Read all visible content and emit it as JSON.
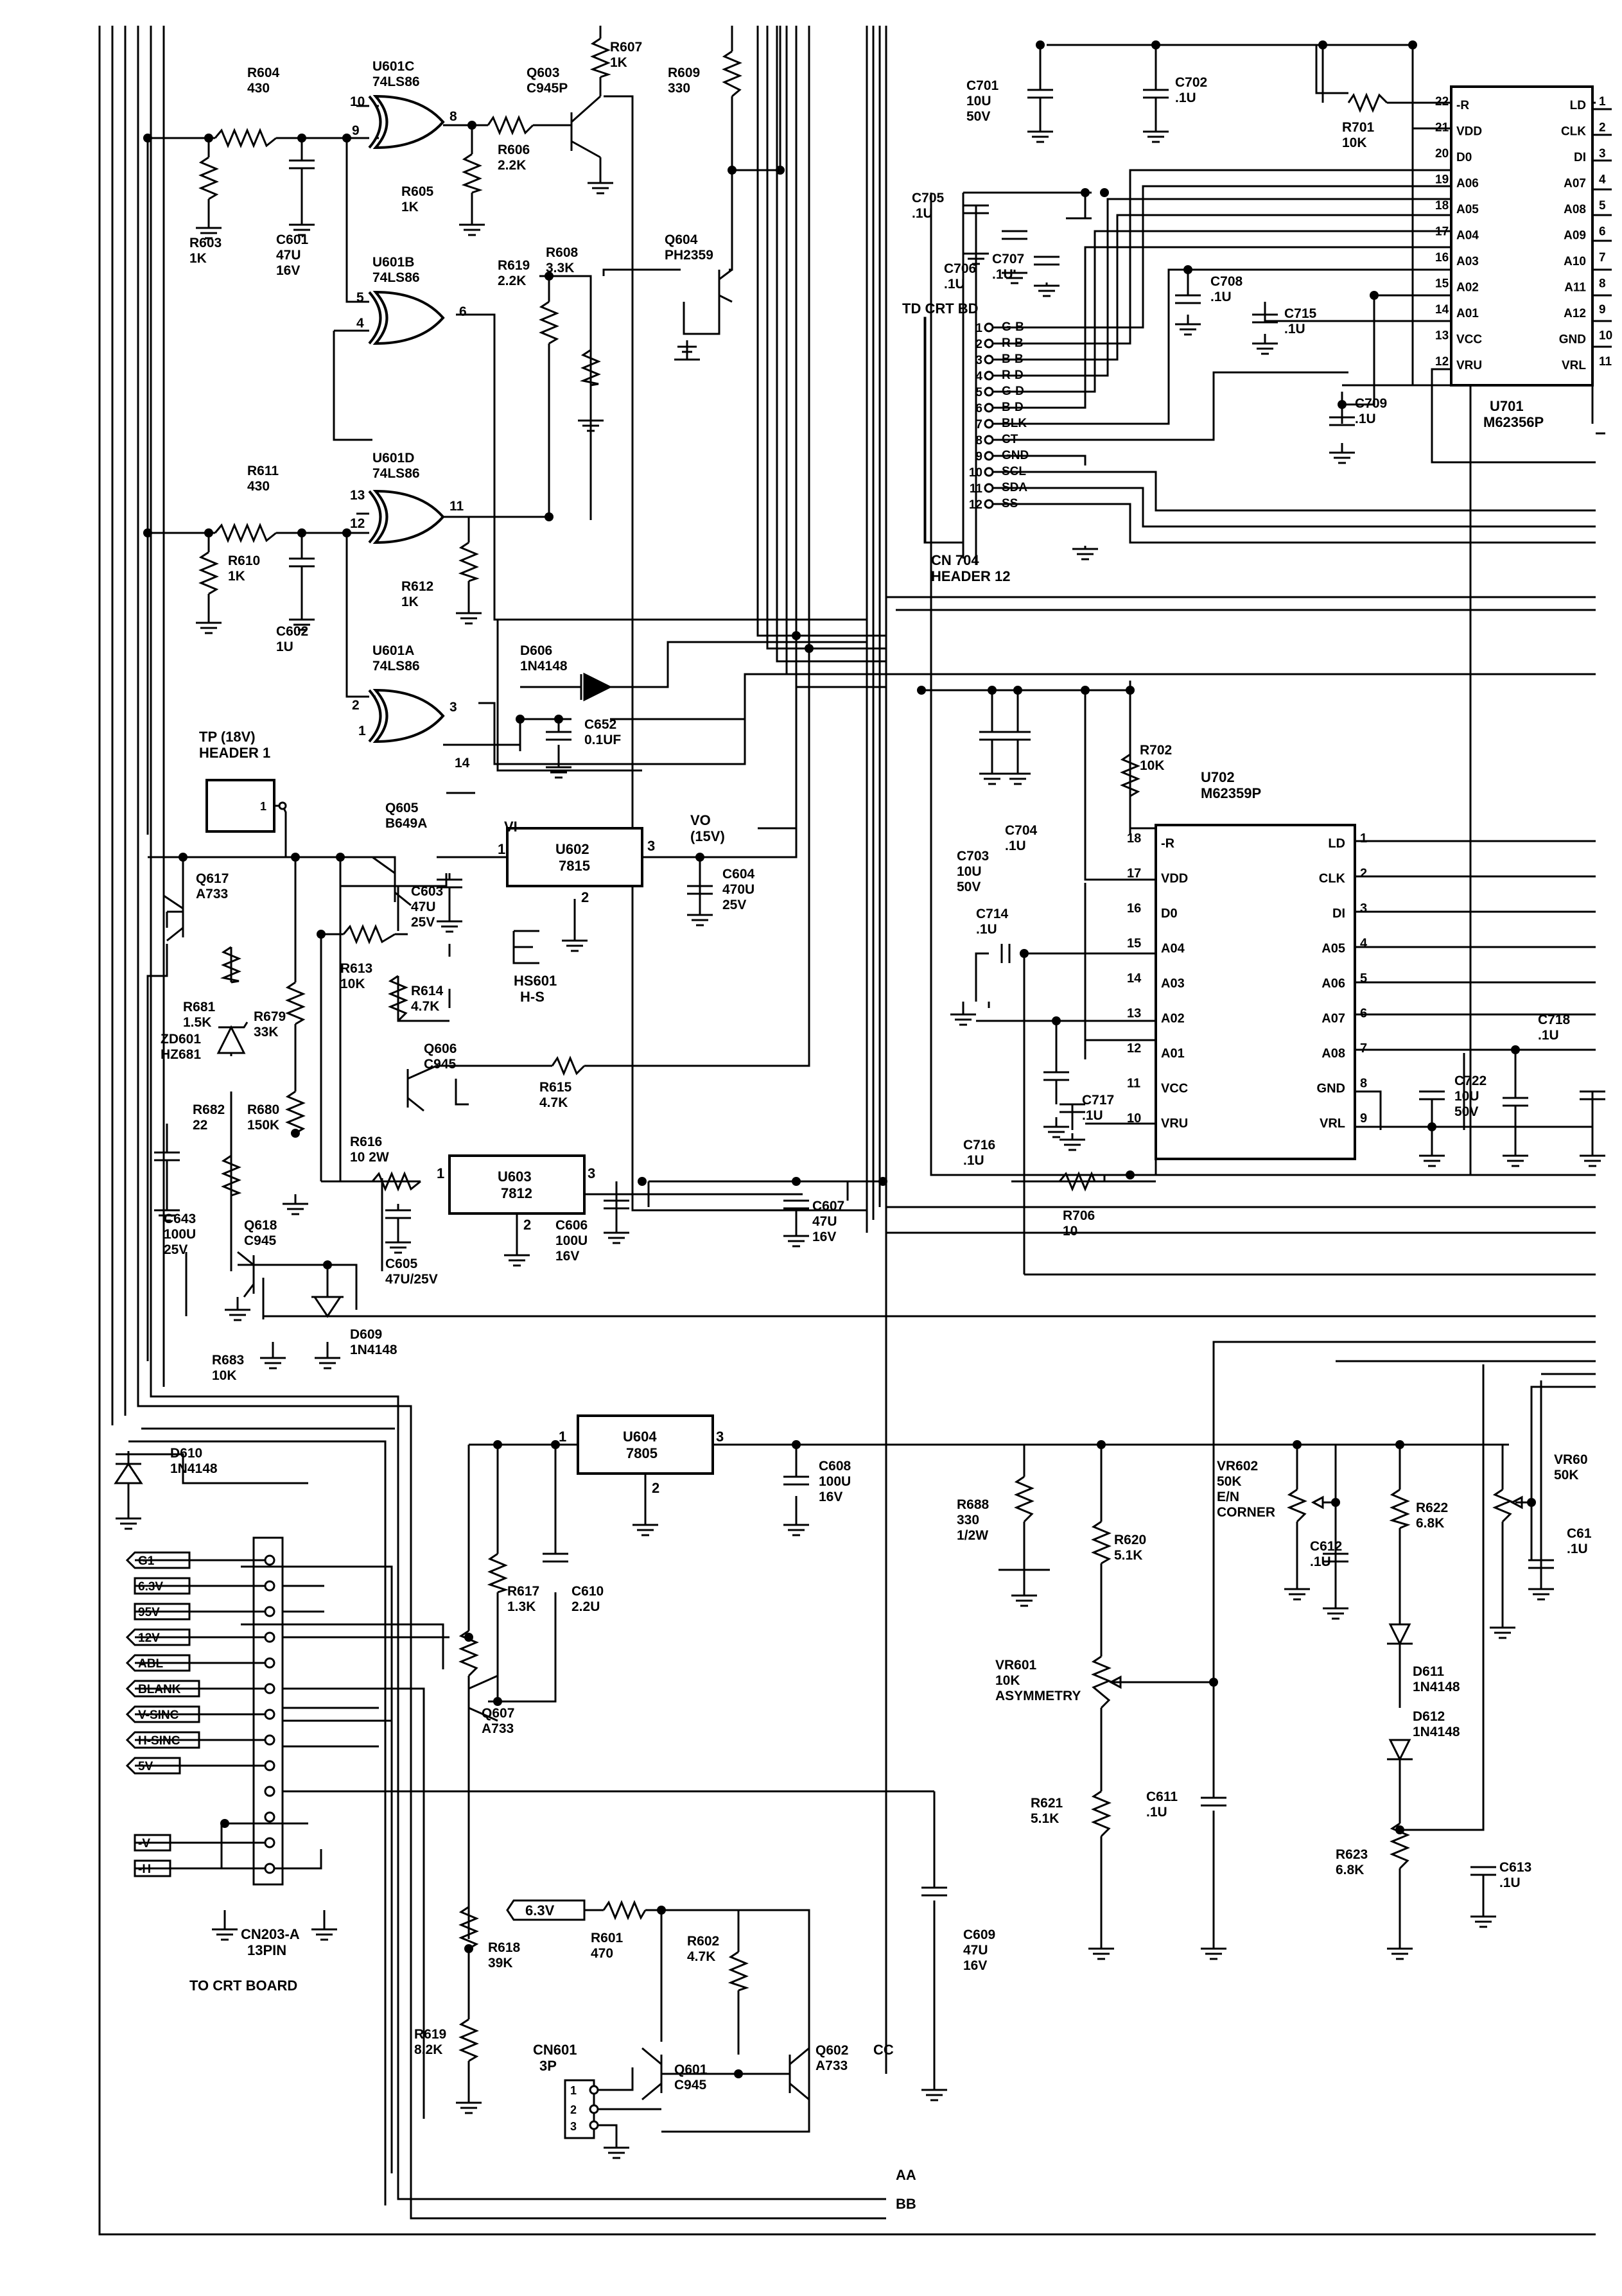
{
  "colors": {
    "ink": "#000000",
    "paper": "#ffffff"
  },
  "chips": {
    "U701": {
      "ref": "U701",
      "part": "M62356P",
      "left_pins": [
        {
          "num": "22",
          "name": "-R"
        },
        {
          "num": "21",
          "name": "VDD"
        },
        {
          "num": "20",
          "name": "D0"
        },
        {
          "num": "19",
          "name": "A06"
        },
        {
          "num": "18",
          "name": "A05"
        },
        {
          "num": "17",
          "name": "A04"
        },
        {
          "num": "16",
          "name": "A03"
        },
        {
          "num": "15",
          "name": "A02"
        },
        {
          "num": "14",
          "name": "A01"
        },
        {
          "num": "13",
          "name": "VCC"
        },
        {
          "num": "12",
          "name": "VRU"
        }
      ],
      "right_pins": [
        {
          "num": "1",
          "name": "LD"
        },
        {
          "num": "2",
          "name": "CLK"
        },
        {
          "num": "3",
          "name": "DI"
        },
        {
          "num": "4",
          "name": "A07"
        },
        {
          "num": "5",
          "name": "A08"
        },
        {
          "num": "6",
          "name": "A09"
        },
        {
          "num": "7",
          "name": "A10"
        },
        {
          "num": "8",
          "name": "A11"
        },
        {
          "num": "9",
          "name": "A12"
        },
        {
          "num": "10",
          "name": "GND"
        },
        {
          "num": "11",
          "name": "VRL"
        }
      ]
    },
    "U702": {
      "ref": "U702",
      "part": "M62359P",
      "left_pins": [
        {
          "num": "18",
          "name": "-R"
        },
        {
          "num": "17",
          "name": "VDD"
        },
        {
          "num": "16",
          "name": "D0"
        },
        {
          "num": "15",
          "name": "A04"
        },
        {
          "num": "14",
          "name": "A03"
        },
        {
          "num": "13",
          "name": "A02"
        },
        {
          "num": "12",
          "name": "A01"
        },
        {
          "num": "11",
          "name": "VCC"
        },
        {
          "num": "10",
          "name": "VRU"
        }
      ],
      "right_pins": [
        {
          "num": "1",
          "name": "LD"
        },
        {
          "num": "2",
          "name": "CLK"
        },
        {
          "num": "3",
          "name": "DI"
        },
        {
          "num": "4",
          "name": "A05"
        },
        {
          "num": "5",
          "name": "A06"
        },
        {
          "num": "6",
          "name": "A07"
        },
        {
          "num": "7",
          "name": "A08"
        },
        {
          "num": "8",
          "name": "GND"
        },
        {
          "num": "9",
          "name": "VRL"
        }
      ]
    }
  },
  "cn704": {
    "title": "TD CRT BD",
    "ref": "CN 704",
    "type": "HEADER 12",
    "pins": [
      {
        "num": "1",
        "name": "G-B"
      },
      {
        "num": "2",
        "name": "R-B"
      },
      {
        "num": "3",
        "name": "B-B"
      },
      {
        "num": "4",
        "name": "R-D"
      },
      {
        "num": "5",
        "name": "G-D"
      },
      {
        "num": "6",
        "name": "B-D"
      },
      {
        "num": "7",
        "name": "BLK"
      },
      {
        "num": "8",
        "name": "CT"
      },
      {
        "num": "9",
        "name": "GND"
      },
      {
        "num": "10",
        "name": "SCL"
      },
      {
        "num": "11",
        "name": "SDA"
      },
      {
        "num": "12",
        "name": "SS"
      }
    ]
  },
  "cn203": {
    "ref": "CN203-A",
    "type": "13PIN",
    "note": "TO CRT BOARD",
    "signals": [
      "G1",
      "6.3V",
      "95V",
      "12V",
      "ABL",
      "BLANK",
      "V-SINC",
      "H-SINC",
      "5V",
      "-V",
      "-H"
    ]
  },
  "regulators": [
    {
      "ref": "U602",
      "part": "7815",
      "pin_in": "1",
      "pin_gnd": "2",
      "pin_out": "3"
    },
    {
      "ref": "U603",
      "part": "7812",
      "pin_in": "1",
      "pin_gnd": "2",
      "pin_out": "3"
    },
    {
      "ref": "U604",
      "part": "7805",
      "pin_in": "1",
      "pin_gnd": "2",
      "pin_out": "3"
    }
  ],
  "gates": [
    {
      "ref": "U601C",
      "part": "74LS86",
      "pins": [
        "10",
        "9",
        "8"
      ]
    },
    {
      "ref": "U601B",
      "part": "74LS86",
      "pins": [
        "5",
        "4",
        "6"
      ]
    },
    {
      "ref": "U601D",
      "part": "74LS86",
      "pins": [
        "13",
        "12",
        "11"
      ]
    },
    {
      "ref": "U601A",
      "part": "74LS86",
      "pins": [
        "2",
        "1",
        "3"
      ],
      "extra_pin": "14"
    }
  ],
  "labels": {
    "vi": "VI",
    "vo": "VO",
    "vo_value": "(15V)",
    "tp_ref": "TP (18V)",
    "tp_type": "HEADER  1",
    "tp_pin": "1",
    "hs_ref": "HS601",
    "hs_type": "H-S",
    "cn601_ref": "CN601",
    "cn601_type": "3P",
    "cn601_pins": [
      "1",
      "2",
      "3"
    ],
    "in_63v": "6.3V",
    "aa": "AA",
    "bb": "BB",
    "cc": "CC"
  },
  "components": [
    {
      "k": "r604",
      "ref": "R604",
      "val": "430"
    },
    {
      "k": "r603",
      "ref": "R603",
      "val": "1K"
    },
    {
      "k": "c601",
      "ref": "C601",
      "val": "47U\n16V"
    },
    {
      "k": "r605",
      "ref": "R605",
      "val": "1K"
    },
    {
      "k": "r606",
      "ref": "R606",
      "val": "2.2K"
    },
    {
      "k": "r607",
      "ref": "R607",
      "val": "1K"
    },
    {
      "k": "q603",
      "ref": "Q603",
      "val": "C945P"
    },
    {
      "k": "r609",
      "ref": "R609",
      "val": "330"
    },
    {
      "k": "q604",
      "ref": "Q604",
      "val": "PH2359"
    },
    {
      "k": "r619b",
      "ref": "R619",
      "val": "2.2K"
    },
    {
      "k": "r608",
      "ref": "R608",
      "val": "3.3K"
    },
    {
      "k": "r611",
      "ref": "R611",
      "val": "430"
    },
    {
      "k": "r610",
      "ref": "R610",
      "val": "1K"
    },
    {
      "k": "c602",
      "ref": "C602",
      "val": "1U"
    },
    {
      "k": "r612",
      "ref": "R612",
      "val": "1K"
    },
    {
      "k": "d606",
      "ref": "D606",
      "val": "1N4148"
    },
    {
      "k": "c652",
      "ref": "C652",
      "val": "0.1UF"
    },
    {
      "k": "q605",
      "ref": "Q605",
      "val": "B649A"
    },
    {
      "k": "c603",
      "ref": "C603",
      "val": "47U\n25V"
    },
    {
      "k": "c604",
      "ref": "C604",
      "val": "470U\n25V"
    },
    {
      "k": "q617",
      "ref": "Q617",
      "val": "A733"
    },
    {
      "k": "r613",
      "ref": "R613",
      "val": "10K"
    },
    {
      "k": "r614",
      "ref": "R614",
      "val": "4.7K"
    },
    {
      "k": "r681",
      "ref": "R681",
      "val": "1.5K"
    },
    {
      "k": "r679",
      "ref": "R679",
      "val": "33K"
    },
    {
      "k": "zd601",
      "ref": "ZD601",
      "val": "HZ681"
    },
    {
      "k": "q606",
      "ref": "Q606",
      "val": "C945"
    },
    {
      "k": "r615",
      "ref": "R615",
      "val": "4.7K"
    },
    {
      "k": "r682",
      "ref": "R682",
      "val": "22"
    },
    {
      "k": "r680",
      "ref": "R680",
      "val": "150K"
    },
    {
      "k": "r616",
      "ref": "R616",
      "val": "10 2W"
    },
    {
      "k": "c643",
      "ref": "C643",
      "val": "100U\n25V"
    },
    {
      "k": "q618",
      "ref": "Q618",
      "val": "C945"
    },
    {
      "k": "c605",
      "ref": "C605",
      "val": "47U/25V"
    },
    {
      "k": "c606",
      "ref": "C606",
      "val": "100U\n16V"
    },
    {
      "k": "c607",
      "ref": "C607",
      "val": "47U\n16V"
    },
    {
      "k": "r683",
      "ref": "R683",
      "val": "10K"
    },
    {
      "k": "d609",
      "ref": "D609",
      "val": "1N4148"
    },
    {
      "k": "d610",
      "ref": "D610",
      "val": "1N4148"
    },
    {
      "k": "c608",
      "ref": "C608",
      "val": "100U\n16V"
    },
    {
      "k": "r617",
      "ref": "R617",
      "val": "1.3K"
    },
    {
      "k": "c610",
      "ref": "C610",
      "val": "2.2U"
    },
    {
      "k": "q607",
      "ref": "Q607",
      "val": "A733"
    },
    {
      "k": "r618",
      "ref": "R618",
      "val": "39K"
    },
    {
      "k": "r619",
      "ref": "R619",
      "val": "8.2K"
    },
    {
      "k": "r601",
      "ref": "R601",
      "val": "470"
    },
    {
      "k": "r602",
      "ref": "R602",
      "val": "4.7K"
    },
    {
      "k": "q601",
      "ref": "Q601",
      "val": "C945"
    },
    {
      "k": "q602",
      "ref": "Q602",
      "val": "A733"
    },
    {
      "k": "c609",
      "ref": "C609",
      "val": "47U\n16V"
    },
    {
      "k": "c701",
      "ref": "C701",
      "val": "10U\n50V"
    },
    {
      "k": "c702",
      "ref": "C702",
      "val": ".1U"
    },
    {
      "k": "r701",
      "ref": "R701",
      "val": "10K"
    },
    {
      "k": "c705",
      "ref": "C705",
      "val": ".1U"
    },
    {
      "k": "c706",
      "ref": "C706",
      "val": ".1U"
    },
    {
      "k": "c707",
      "ref": "C707",
      "val": ".1U"
    },
    {
      "k": "c708",
      "ref": "C708",
      "val": ".1U"
    },
    {
      "k": "c715",
      "ref": "C715",
      "val": ".1U"
    },
    {
      "k": "c709",
      "ref": "C709",
      "val": ".1U"
    },
    {
      "k": "r702",
      "ref": "R702",
      "val": "10K"
    },
    {
      "k": "c703",
      "ref": "C703",
      "val": "10U\n50V"
    },
    {
      "k": "c704",
      "ref": "C704",
      "val": ".1U"
    },
    {
      "k": "c714",
      "ref": "C714",
      "val": ".1U"
    },
    {
      "k": "c716",
      "ref": "C716",
      "val": ".1U"
    },
    {
      "k": "c717",
      "ref": "C717",
      "val": ".1U"
    },
    {
      "k": "c718",
      "ref": "C718",
      "val": ".1U"
    },
    {
      "k": "c722",
      "ref": "C722",
      "val": "10U\n50V"
    },
    {
      "k": "r706",
      "ref": "R706",
      "val": "10"
    },
    {
      "k": "r688",
      "ref": "R688",
      "val": "330\n1/2W"
    },
    {
      "k": "r620",
      "ref": "R620",
      "val": "5.1K"
    },
    {
      "k": "vr602",
      "ref": "VR602",
      "val": "50K\nE/N\nCORNER"
    },
    {
      "k": "c612",
      "ref": "C612",
      "val": ".1U"
    },
    {
      "k": "r622",
      "ref": "R622",
      "val": "6.8K"
    },
    {
      "k": "vr603",
      "ref": "VR60",
      "val": "50K"
    },
    {
      "k": "c614",
      "ref": "C61",
      "val": ".1U"
    },
    {
      "k": "vr601",
      "ref": "VR601",
      "val": "10K\nASYMMETRY"
    },
    {
      "k": "d611",
      "ref": "D611",
      "val": "1N4148"
    },
    {
      "k": "d612",
      "ref": "D612",
      "val": "1N4148"
    },
    {
      "k": "r621",
      "ref": "R621",
      "val": "5.1K"
    },
    {
      "k": "c611",
      "ref": "C611",
      "val": ".1U"
    },
    {
      "k": "r623",
      "ref": "R623",
      "val": "6.8K"
    },
    {
      "k": "c613",
      "ref": "C613",
      "val": ".1U"
    }
  ]
}
